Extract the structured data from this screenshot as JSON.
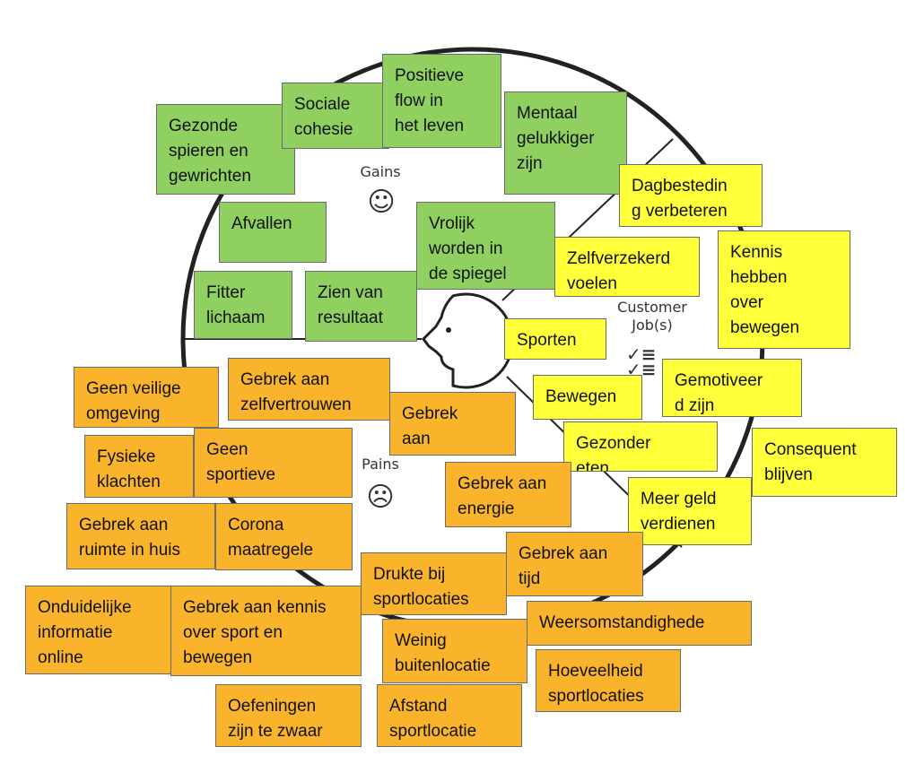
{
  "labels": {
    "gains": "Gains",
    "pains": "Pains",
    "customer_jobs": "Customer\nJob(s)",
    "smile_icon": "smile-icon",
    "frown_icon": "frown-icon",
    "checklist_icon": "checklist-icon"
  },
  "colors": {
    "gain": "#8fd060",
    "job": "#ffff3a",
    "pain": "#f9b42c"
  },
  "gains": [
    "Gezonde\nspieren en\ngewrichten",
    "Sociale\ncohesie",
    "Positieve\nflow in\nhet leven",
    "Mentaal\ngelukkiger\nzijn",
    "Afvallen",
    "Vrolijk\nworden in\nde spiegel",
    "Fitter\nlichaam",
    "Zien van\nresultaat"
  ],
  "jobs": [
    "Dagbestedin\ng verbeteren",
    "Kennis\nhebben\nover\nbewegen",
    "Zelfverzekerd\nvoelen",
    "Sporten",
    "Bewegen",
    "Gemotiveer\nd zijn",
    "Gezonder\neten",
    "Consequent\nblijven",
    "Meer geld\nverdienen"
  ],
  "pains": [
    "Geen veilige\nomgeving",
    "Gebrek aan\nzelfvertrouwen",
    "Gebrek\naan",
    "Fysieke\nklachten",
    "Geen\nsportieve",
    "Gebrek aan\nenergie",
    "Gebrek aan\nruimte in huis",
    "Corona\nmaatregele",
    "Gebrek aan\ntijd",
    "Drukte bij\nsportlocaties",
    "Weersomstandighede",
    "Onduidelijke\ninformatie\nonline",
    "Gebrek aan kennis\nover sport en\nbewegen",
    "Weinig\nbuitenlocatie",
    "Hoeveelheid\nsportlocaties",
    "Oefeningen\nzijn te zwaar",
    "Afstand\nsportlocatie"
  ]
}
